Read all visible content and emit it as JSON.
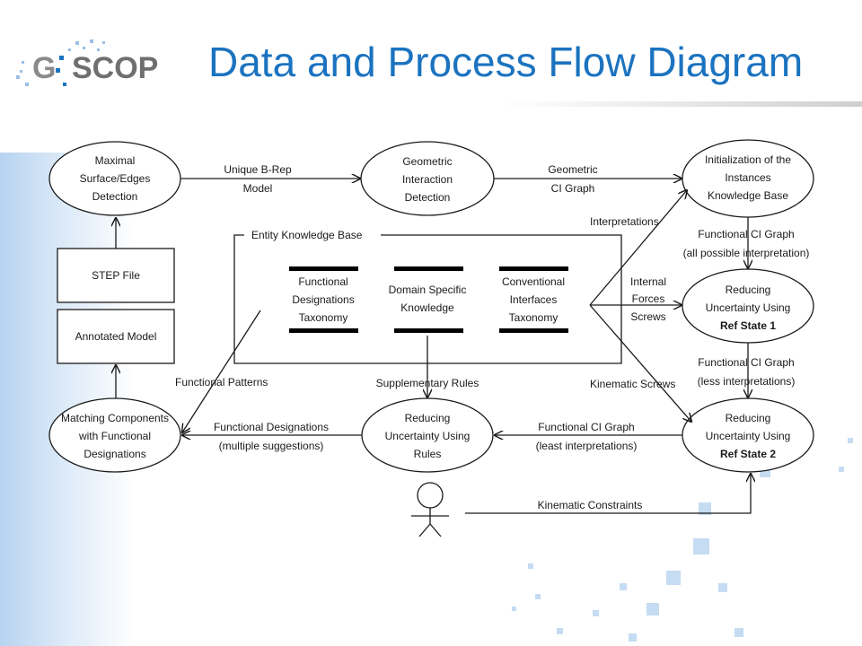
{
  "header": {
    "logo_text": "G-SCOP",
    "title": "Data and Process Flow Diagram"
  },
  "processes": {
    "maximal": [
      "Maximal",
      "Surface/Edges",
      "Detection"
    ],
    "geometric_detection": [
      "Geometric",
      "Interaction",
      "Detection"
    ],
    "initialization": [
      "Initialization of the",
      "Instances",
      "Knowledge Base"
    ],
    "ref_state_1": [
      "Reducing",
      "Uncertainty Using",
      "Ref State 1"
    ],
    "ref_state_2": [
      "Reducing",
      "Uncertainty Using",
      "Ref State 2"
    ],
    "rules": [
      "Reducing",
      "Uncertainty Using",
      "Rules"
    ],
    "matching": [
      "Matching Components",
      "with Functional",
      "Designations"
    ]
  },
  "stores": {
    "step_file": "STEP File",
    "annotated_model": "Annotated Model"
  },
  "knowledge_base": {
    "title": "Entity Knowledge Base",
    "functional": [
      "Functional",
      "Designations",
      "Taxonomy"
    ],
    "domain": [
      "Domain Specific",
      "Knowledge"
    ],
    "conventional": [
      "Conventional",
      "Interfaces",
      "Taxonomy"
    ]
  },
  "flows": {
    "unique_brep": [
      "Unique B-Rep",
      "Model"
    ],
    "geometric_ci": [
      "Geometric",
      "CI Graph"
    ],
    "interpretations": "Interpretations",
    "ci_all": [
      "Functional CI Graph",
      "(all possible interpretation)"
    ],
    "internal_forces": [
      "Internal",
      "Forces",
      "Screws"
    ],
    "ci_less": [
      "Functional CI Graph",
      "(less interpretations)"
    ],
    "kinematic_screws": "Kinematic Screws",
    "ci_least": [
      "Functional CI Graph",
      "(least interpretations)"
    ],
    "functional_designations": [
      "Functional Designations",
      "(multiple suggestions)"
    ],
    "functional_patterns": "Functional Patterns",
    "supplementary_rules": "Supplementary Rules",
    "kinematic_constraints": "Kinematic Constraints"
  },
  "colors": {
    "title": "#1b73c0",
    "lines": "#1a1a1a",
    "decor": "#8fb8e3"
  }
}
